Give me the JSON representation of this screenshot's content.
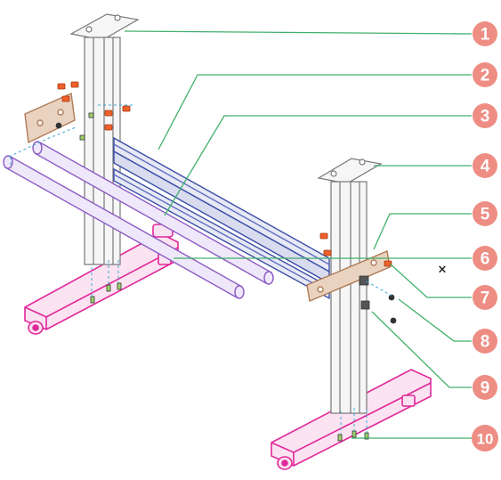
{
  "diagram": {
    "type": "exploded-assembly",
    "callouts": [
      "1",
      "2",
      "3",
      "4",
      "5",
      "6",
      "7",
      "8",
      "9",
      "10"
    ],
    "cursor_glyph": "×",
    "colors": {
      "callout_fill": "#ee8d83",
      "leader_line": "#40b06b",
      "pink_part": "#e0289a",
      "purple_part": "#8c5cc4",
      "blue_part": "#3b4ea8",
      "orange_part": "#f0602a",
      "brown_part": "#b07a55",
      "stand_outline": "#777777",
      "dash_line": "#3aa8d8"
    }
  }
}
